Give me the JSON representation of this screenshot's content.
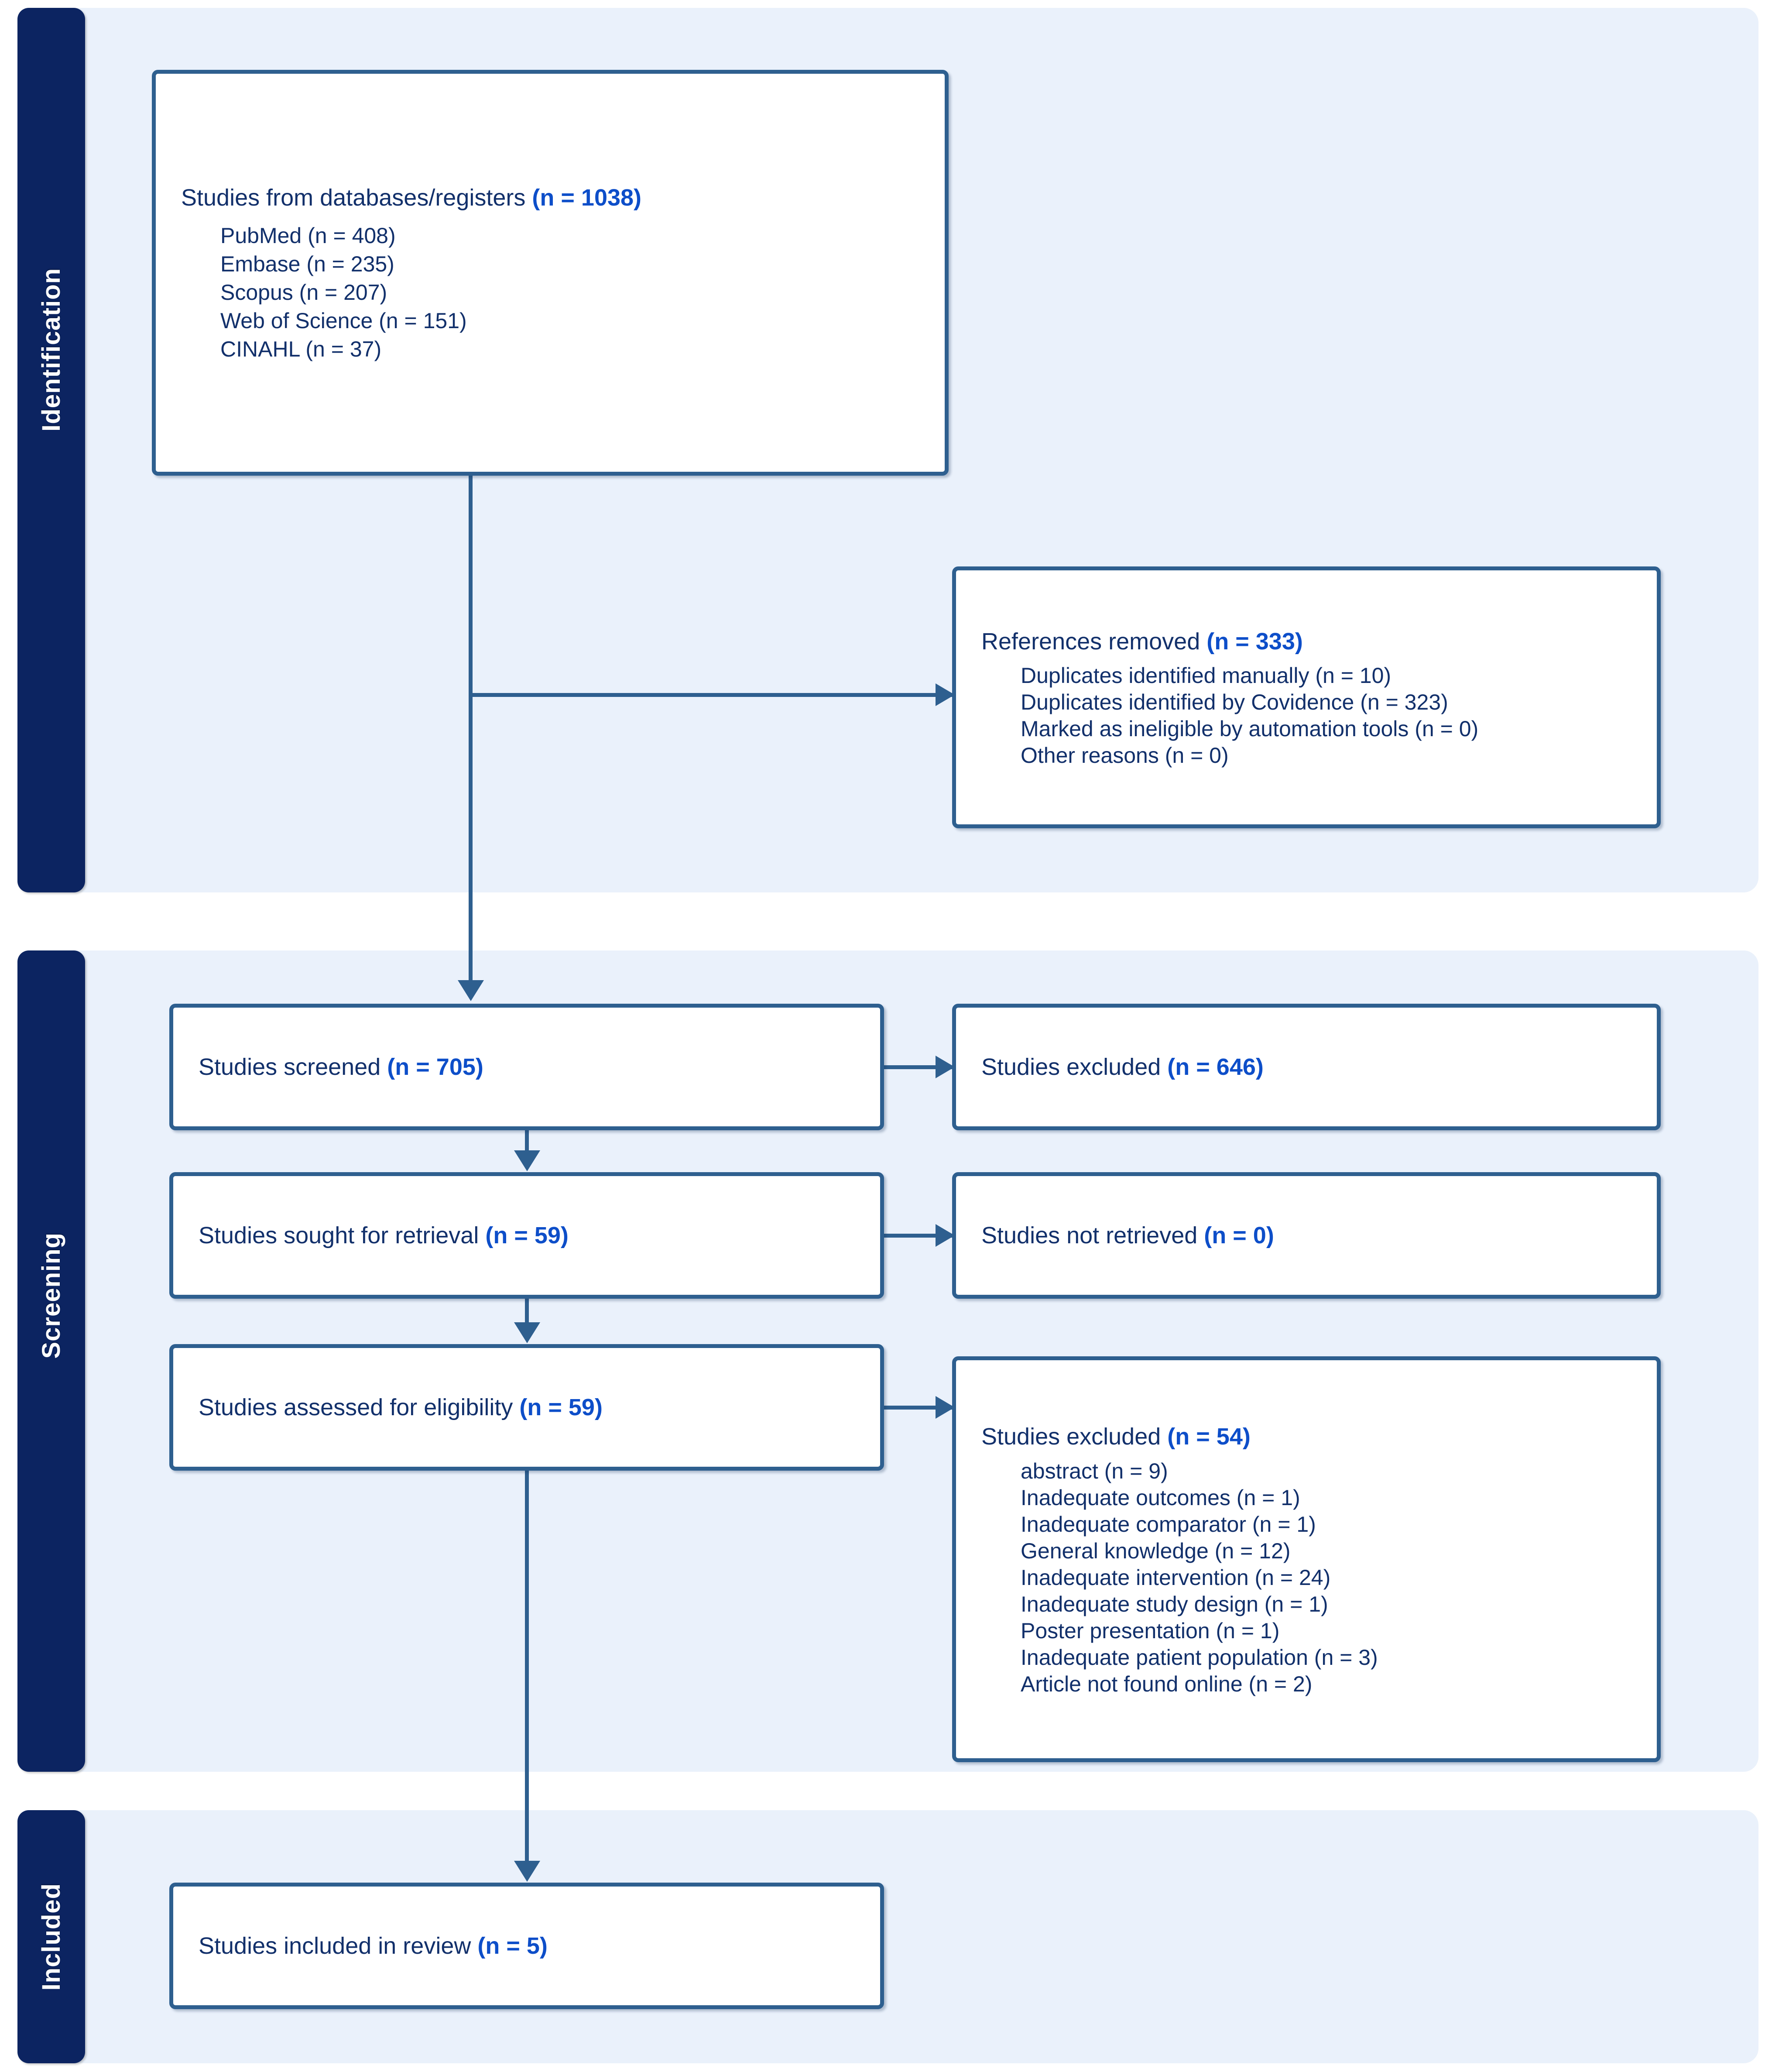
{
  "colors": {
    "band_background": "#eaf1fb",
    "stage_bar": "#0c2461",
    "box_border": "#2e5f8f",
    "label_text": "#12306b",
    "count_text": "#0d4ec9",
    "page_background": "#ffffff"
  },
  "stages": {
    "identification": "Identification",
    "screening": "Screening",
    "included": "Included"
  },
  "boxes": {
    "sources": {
      "title": "Studies from databases/registers",
      "count": "(n = 1038)",
      "items": [
        "PubMed (n = 408)",
        "Embase (n = 235)",
        "Scopus (n = 207)",
        "Web of Science (n = 151)",
        "CINAHL (n = 37)"
      ]
    },
    "references_removed": {
      "title": "References removed",
      "count": "(n = 333)",
      "items": [
        "Duplicates identified manually (n = 10)",
        "Duplicates identified by Covidence (n = 323)",
        "Marked as ineligible by automation tools (n = 0)",
        "Other reasons (n = 0)"
      ]
    },
    "studies_screened": {
      "title": "Studies screened",
      "count": "(n = 705)"
    },
    "studies_excluded_screening": {
      "title": "Studies excluded",
      "count": "(n = 646)"
    },
    "studies_sought": {
      "title": "Studies sought for retrieval",
      "count": "(n = 59)"
    },
    "studies_not_retrieved": {
      "title": "Studies not retrieved",
      "count": "(n = 0)"
    },
    "studies_assessed": {
      "title": "Studies assessed for eligibility",
      "count": "(n = 59)"
    },
    "studies_excluded_eligibility": {
      "title": "Studies excluded",
      "count": "(n = 54)",
      "items": [
        "abstract (n = 9)",
        "Inadequate outcomes (n = 1)",
        "Inadequate comparator (n = 1)",
        "General knowledge (n = 12)",
        "Inadequate intervention (n = 24)",
        "Inadequate study design (n = 1)",
        "Poster presentation (n = 1)",
        "Inadequate patient population (n = 3)",
        "Article not found online (n = 2)"
      ]
    },
    "studies_included": {
      "title": "Studies included in review",
      "count": "(n = 5)"
    }
  },
  "chart_data": {
    "type": "diagram",
    "title": "PRISMA flow diagram",
    "nodes": [
      {
        "id": "sources",
        "stage": "Identification",
        "label": "Studies from databases/registers",
        "n": 1038,
        "breakdown": {
          "PubMed": 408,
          "Embase": 235,
          "Scopus": 207,
          "Web of Science": 151,
          "CINAHL": 37
        }
      },
      {
        "id": "references_removed",
        "stage": "Identification",
        "label": "References removed",
        "n": 333,
        "breakdown": {
          "Duplicates identified manually": 10,
          "Duplicates identified by Covidence": 323,
          "Marked as ineligible by automation tools": 0,
          "Other reasons": 0
        }
      },
      {
        "id": "studies_screened",
        "stage": "Screening",
        "label": "Studies screened",
        "n": 705
      },
      {
        "id": "studies_excluded_screening",
        "stage": "Screening",
        "label": "Studies excluded",
        "n": 646
      },
      {
        "id": "studies_sought",
        "stage": "Screening",
        "label": "Studies sought for retrieval",
        "n": 59
      },
      {
        "id": "studies_not_retrieved",
        "stage": "Screening",
        "label": "Studies not retrieved",
        "n": 0
      },
      {
        "id": "studies_assessed",
        "stage": "Screening",
        "label": "Studies assessed for eligibility",
        "n": 59
      },
      {
        "id": "studies_excluded_eligibility",
        "stage": "Screening",
        "label": "Studies excluded",
        "n": 54,
        "breakdown": {
          "abstract": 9,
          "Inadequate outcomes": 1,
          "Inadequate comparator": 1,
          "General knowledge": 12,
          "Inadequate intervention": 24,
          "Inadequate study design": 1,
          "Poster presentation": 1,
          "Inadequate patient population": 3,
          "Article not found online": 2
        }
      },
      {
        "id": "studies_included",
        "stage": "Included",
        "label": "Studies included in review",
        "n": 5
      }
    ],
    "edges": [
      {
        "from": "sources",
        "to": "references_removed",
        "direction": "right"
      },
      {
        "from": "sources",
        "to": "studies_screened",
        "direction": "down"
      },
      {
        "from": "studies_screened",
        "to": "studies_excluded_screening",
        "direction": "right"
      },
      {
        "from": "studies_screened",
        "to": "studies_sought",
        "direction": "down"
      },
      {
        "from": "studies_sought",
        "to": "studies_not_retrieved",
        "direction": "right"
      },
      {
        "from": "studies_sought",
        "to": "studies_assessed",
        "direction": "down"
      },
      {
        "from": "studies_assessed",
        "to": "studies_excluded_eligibility",
        "direction": "right"
      },
      {
        "from": "studies_assessed",
        "to": "studies_included",
        "direction": "down"
      }
    ]
  }
}
